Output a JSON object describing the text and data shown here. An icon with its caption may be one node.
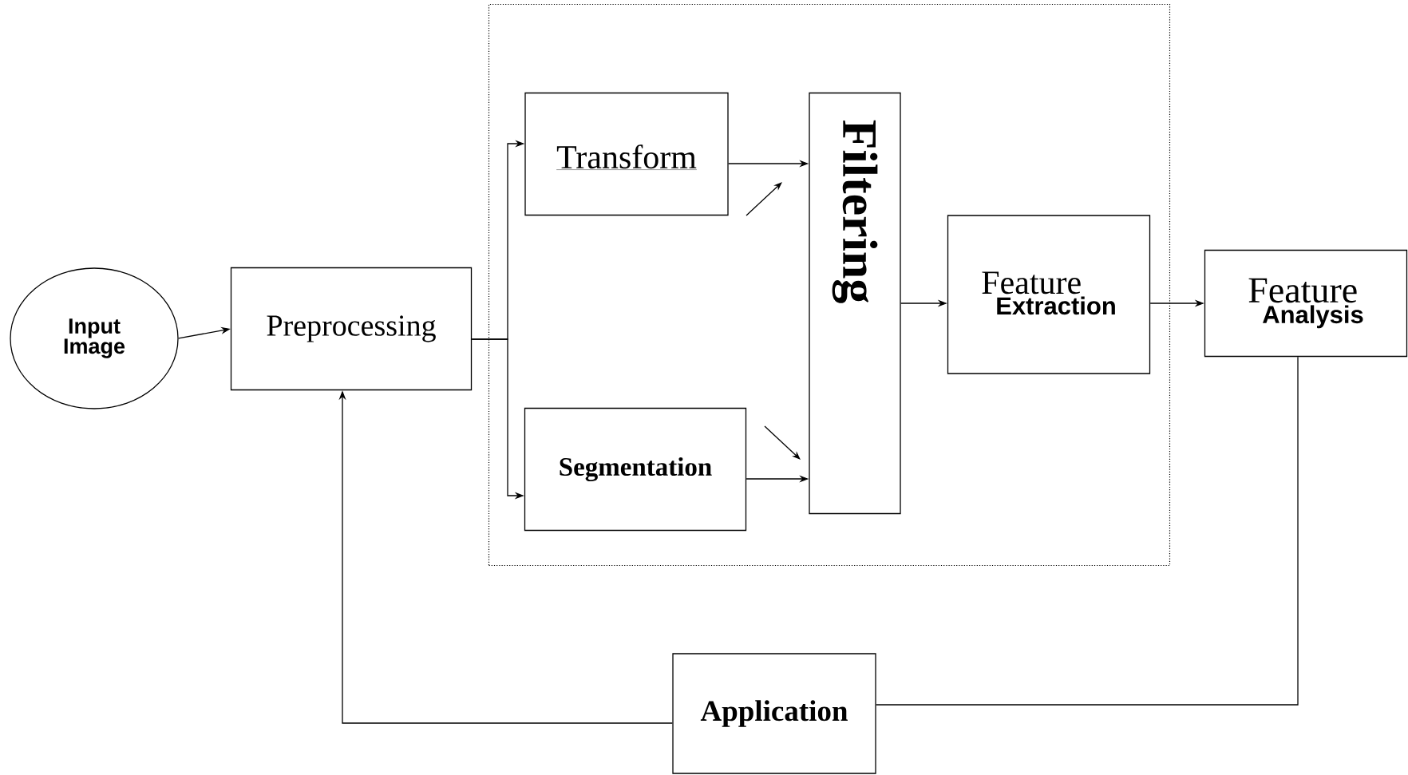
{
  "diagram": {
    "nodes": [
      {
        "text": [
          "Input Image"
        ]
      },
      {
        "text": [
          "Preprocessing"
        ]
      },
      {
        "text": [],
        "shape": "box"
      },
      {
        "text": [
          "Transform"
        ],
        "in": 2
      },
      {
        "text": [
          "Filtering"
        ],
        "in": 2
      },
      {
        "text": [
          "Segmentation"
        ],
        "in": 2
      },
      {
        "text": [
          "Feature",
          "Extraction"
        ],
        "in": 2
      },
      {
        "text": [
          "Feature",
          "Analysis"
        ]
      },
      {
        "text": [
          "Application"
        ]
      }
    ],
    "edges": [
      {
        "from": 0,
        "to": 1,
        "arrow": "to"
      },
      {
        "from": 1,
        "to": 3,
        "arrow": "to"
      },
      {
        "from": 1,
        "to": 5,
        "arrow": "to"
      },
      {
        "from": 3,
        "to": 4,
        "arrow": "to"
      },
      {
        "from": 5,
        "to": 4,
        "arrow": "to"
      },
      {
        "from": 4,
        "to": 6,
        "arrow": "to"
      },
      {
        "from": 6,
        "to": 7,
        "arrow": "to"
      },
      {
        "from": 7,
        "to": 8,
        "arrow": "none"
      },
      {
        "from": 8,
        "to": 1,
        "arrow": "to"
      }
    ]
  }
}
